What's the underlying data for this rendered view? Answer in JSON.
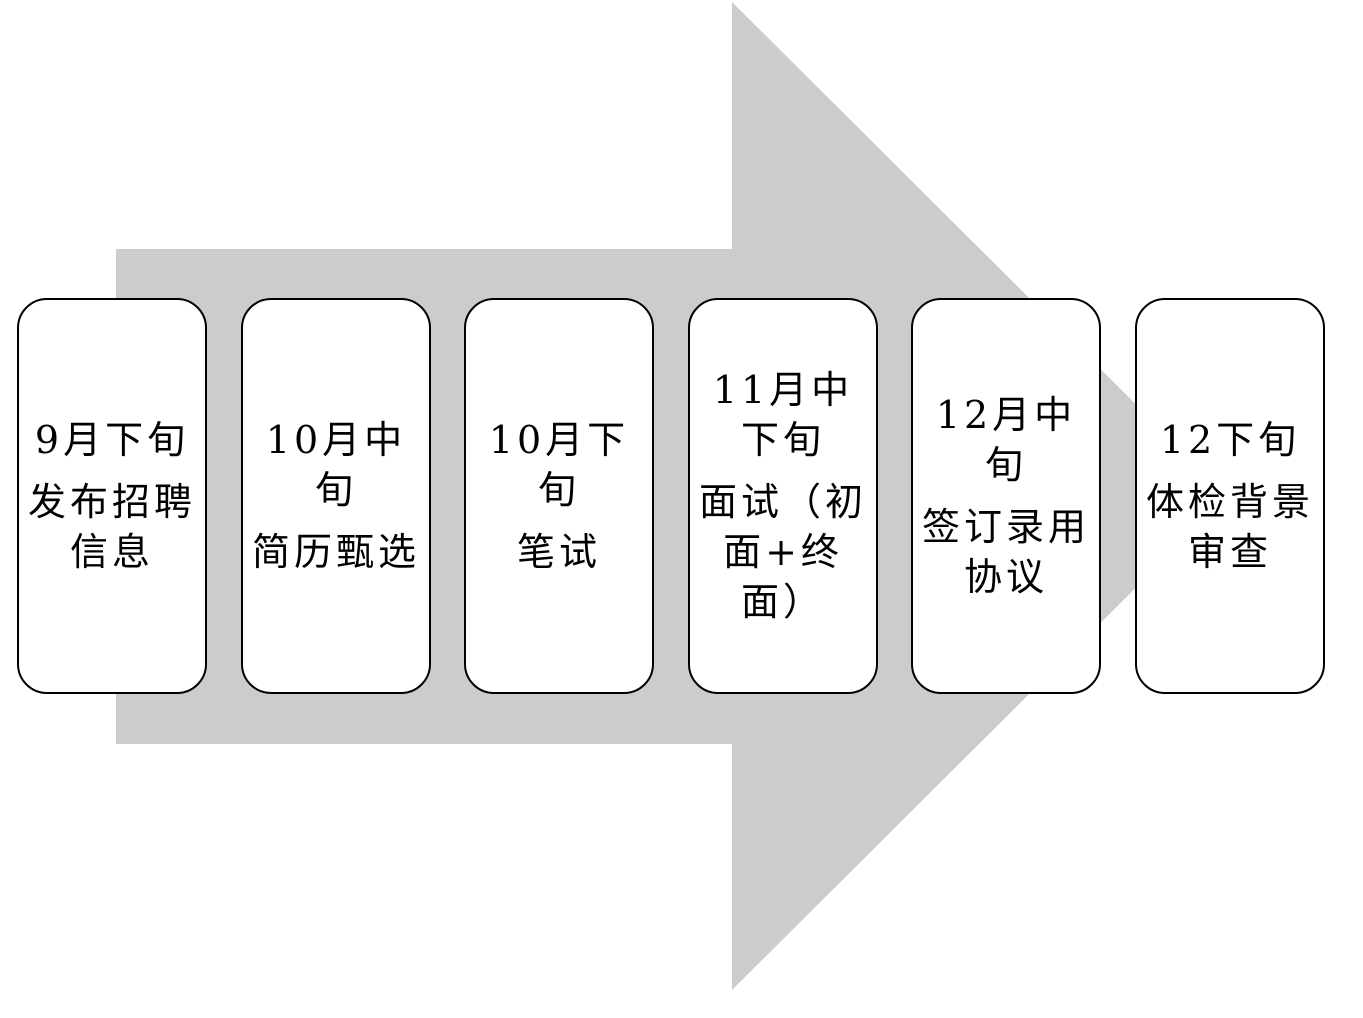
{
  "diagram": {
    "colors": {
      "arrow": "#cccccc",
      "box_border": "#000000",
      "box_fill": "#ffffff",
      "text": "#000000"
    },
    "stages": [
      {
        "time": "9月下旬",
        "name": "发布招聘信息"
      },
      {
        "time": "10月中旬",
        "name": "简历甄选"
      },
      {
        "time": "10月下旬",
        "name": "笔试"
      },
      {
        "time": "11月中下旬",
        "name": "面试（初面+终面）"
      },
      {
        "time": "12月中旬",
        "name": "签订录用协议"
      },
      {
        "time": "12下旬",
        "name": "体检背景审查"
      }
    ]
  }
}
